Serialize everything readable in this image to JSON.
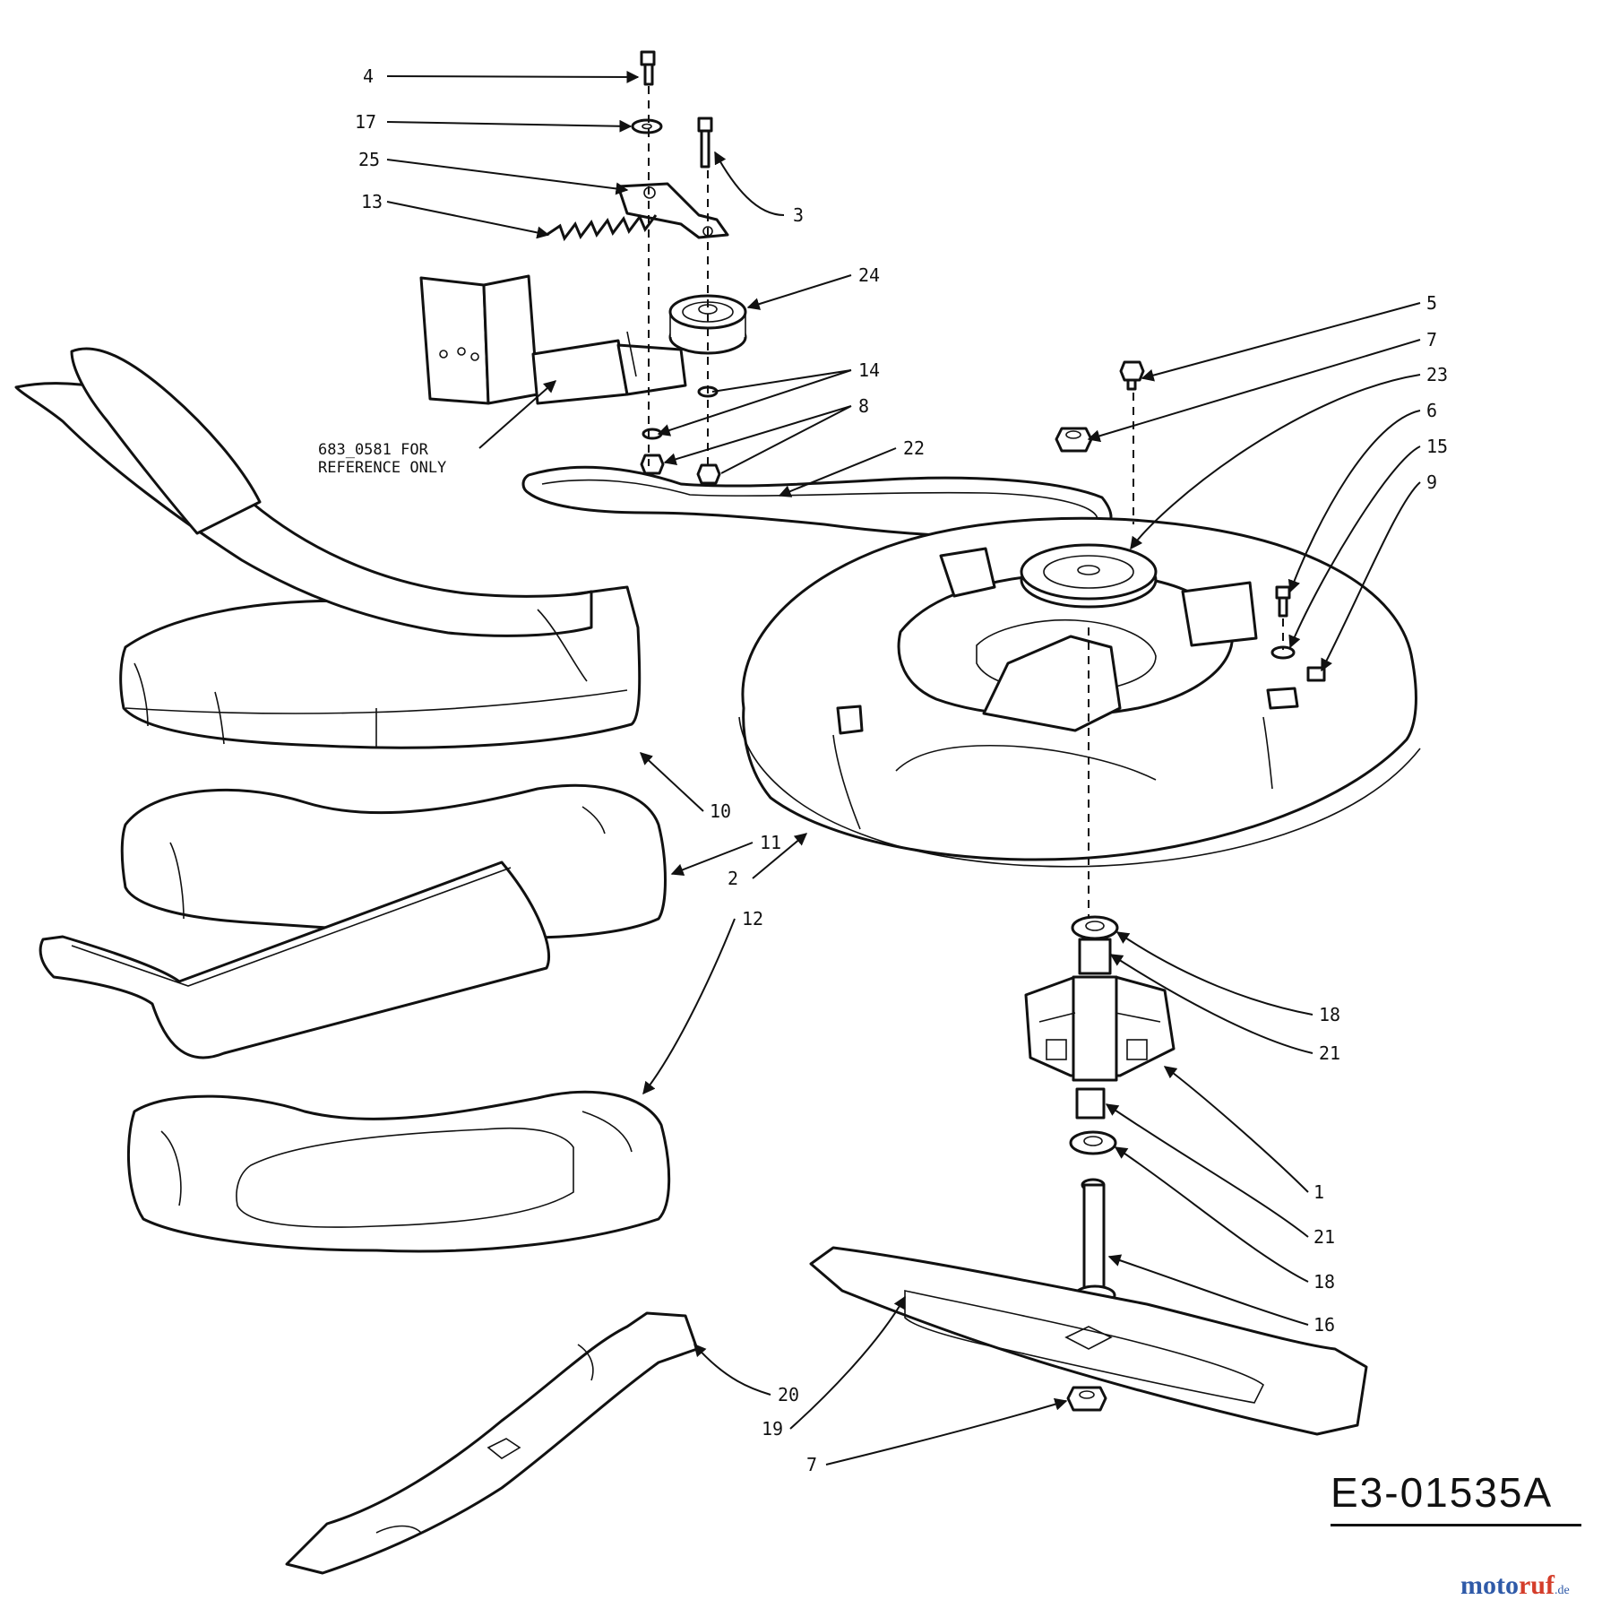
{
  "diagram": {
    "reference_note": "683_0581 FOR\nREFERENCE ONLY",
    "drawing_code": "E3-01535A",
    "watermark": {
      "main": "moto",
      "accent": "ruf",
      "suffix": ".de"
    },
    "callouts": {
      "c4": "4",
      "c17": "17",
      "c25": "25",
      "c13": "13",
      "c3": "3",
      "c24": "24",
      "c14": "14",
      "c8": "8",
      "c22": "22",
      "c5": "5",
      "c7a": "7",
      "c23": "23",
      "c6": "6",
      "c15": "15",
      "c9": "9",
      "c10": "10",
      "c11": "11",
      "c2": "2",
      "c12": "12",
      "c18a": "18",
      "c21a": "21",
      "c1": "1",
      "c21b": "21",
      "c18b": "18",
      "c16": "16",
      "c20": "20",
      "c19": "19",
      "c7b": "7"
    }
  }
}
